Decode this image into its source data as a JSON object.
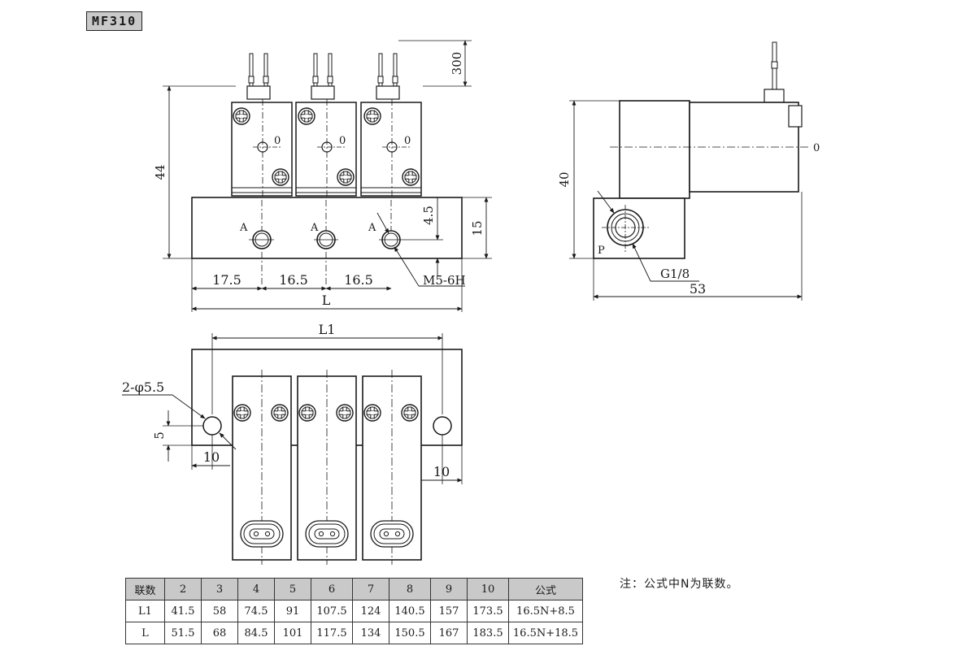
{
  "model_tag": "MF310",
  "front_view": {
    "wire_length": "300",
    "height": "44",
    "mark_o": "0",
    "port_a": "A",
    "port_depth": "4.5",
    "base_height": "15",
    "pitch_first": "17.5",
    "pitch_second": "16.5",
    "pitch_third": "16.5",
    "thread": "M5-6H",
    "overall_length": "L"
  },
  "side_view": {
    "height": "40",
    "mark_o": "0",
    "port_p": "P",
    "thread": "G1/8",
    "depth": "53"
  },
  "top_view": {
    "hole_spacing": "L1",
    "mount_hole": "2-φ5.5",
    "hole_offset_y": "5",
    "edge_left": "10",
    "edge_right": "10"
  },
  "table": {
    "header": [
      "联数",
      "2",
      "3",
      "4",
      "5",
      "6",
      "7",
      "8",
      "9",
      "10",
      "公式"
    ],
    "rows": [
      [
        "L1",
        "41.5",
        "58",
        "74.5",
        "91",
        "107.5",
        "124",
        "140.5",
        "157",
        "173.5",
        "16.5N+8.5"
      ],
      [
        "L",
        "51.5",
        "68",
        "84.5",
        "101",
        "117.5",
        "134",
        "150.5",
        "167",
        "183.5",
        "16.5N+18.5"
      ]
    ]
  },
  "note": "注：公式中N为联数。"
}
